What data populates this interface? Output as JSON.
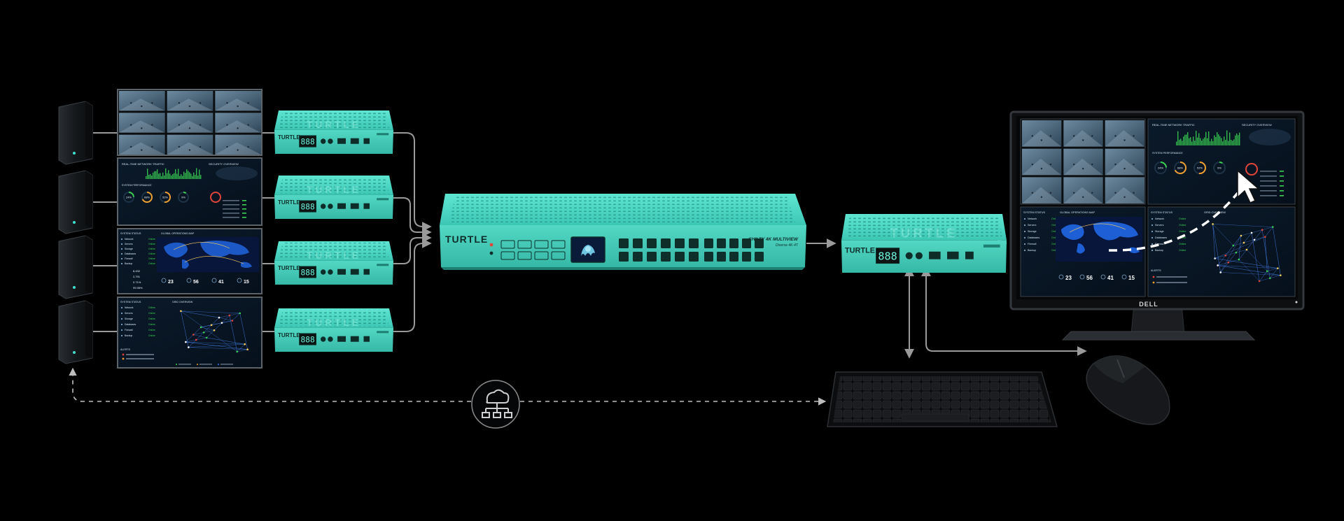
{
  "brand": {
    "name": "TURTLE",
    "device_color": "#4fd9c6",
    "device_shade": "#2fb3a2",
    "device_dark": "#1e7f73"
  },
  "matrix_switch": {
    "model_line1": "CHILTY 4K MULTIVIEW",
    "model_line2": "Diverse 4K·4T"
  },
  "extenders": [
    {
      "display": "888"
    },
    {
      "display": "888"
    },
    {
      "display": "888"
    },
    {
      "display": "888"
    }
  ],
  "receiver": {
    "display": "888"
  },
  "monitor": {
    "brand": "DELL"
  },
  "dashboards": {
    "network_title": "REAL-TIME NETWORK TRAFFIC",
    "security_title": "SECURITY OVERVIEW",
    "system_perf_title": "SYSTEM PERFORMANCE",
    "gauges": [
      "24%",
      "68%",
      "52%",
      "9%"
    ],
    "system_status_title": "SYSTEM STATUS",
    "global_ops_title": "GLOBAL OPERATIONS MAP",
    "kpis": [
      "23",
      "56",
      "41",
      "15"
    ],
    "kpi_metrics": [
      "8,432",
      "2,791",
      "0.71%",
      "99.98%"
    ],
    "grid_title": "GRID OVERVIEW",
    "alerts_title": "ALERTS",
    "status_items": [
      "Network",
      "Servers",
      "Storage",
      "Databases",
      "Firewall",
      "Backup"
    ],
    "status_values": [
      "Online",
      "Online",
      "Online",
      "Online",
      "Online",
      "Online"
    ]
  },
  "colors": {
    "background": "#000000",
    "connector": "#9a9a9a",
    "dashed": "#bdbdbd",
    "accent_green": "#39d353",
    "accent_orange": "#f0a030",
    "accent_red": "#e0453a",
    "map_blue": "#1a4fb8"
  },
  "icons": {
    "cloud_network": "cloud-network-icon",
    "cursor": "cursor-arrow-icon"
  }
}
